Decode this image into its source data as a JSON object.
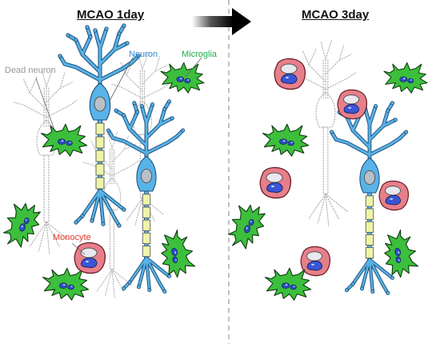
{
  "panels": {
    "left": {
      "title": "MCAO 1day"
    },
    "right": {
      "title": "MCAO 3day"
    }
  },
  "labels": {
    "dead_neuron": "Dead neuron",
    "neuron": "Neuron",
    "microglia": "Microglia",
    "monocyte": "Monocyte"
  },
  "colors": {
    "neuron": "#57b3e8",
    "neuron_outline": "#1f4f7a",
    "axon_segment": "#eef5a8",
    "dead_neuron": "#aaaaaa",
    "microglia": "#3cbf3c",
    "microglia_nucleus": "#2e4fc9",
    "monocyte": "#e77f8a",
    "monocyte_nucleus": "#3a56d6",
    "label_dead": "#999999",
    "label_neuron": "#2f86d6",
    "label_microglia": "#1fae4c",
    "label_monocyte": "#e03a2c",
    "divider": "#9a9a9a"
  },
  "icons": {
    "arrow": "right-arrow-icon"
  }
}
